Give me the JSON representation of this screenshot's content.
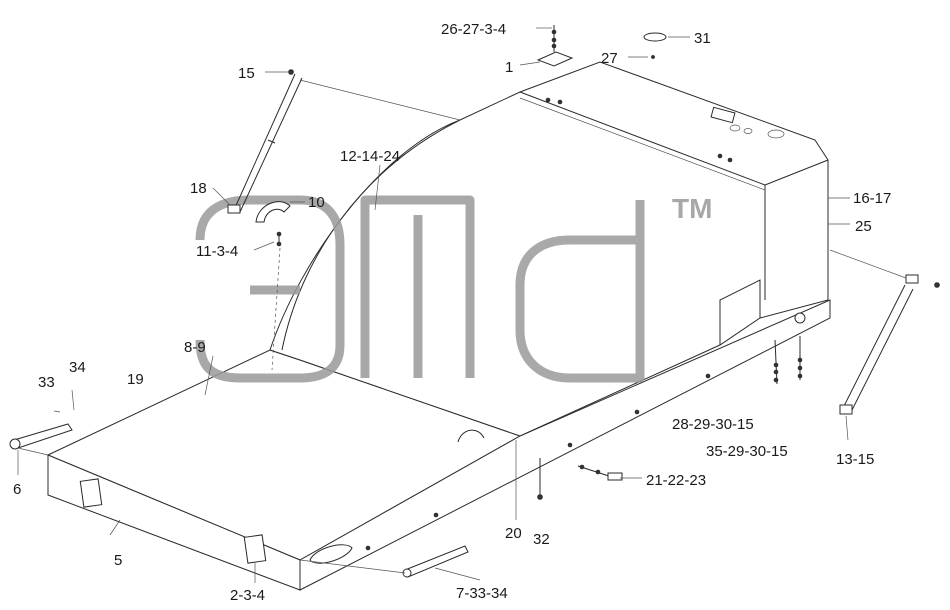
{
  "watermark": {
    "trademark": "TM",
    "color": "#9a9a9a"
  },
  "callouts": {
    "c1": "26-27-3-4",
    "c2": "31",
    "c3": "1",
    "c4": "27",
    "c5": "15",
    "c6": "12-14-24",
    "c7": "18",
    "c8": "10",
    "c9": "11-3-4",
    "c10": "16-17",
    "c11": "25",
    "c12": "8-9",
    "c13": "33",
    "c14": "34",
    "c15": "19",
    "c16": "28-29-30-15",
    "c17": "35-29-30-15",
    "c18": "13-15",
    "c19": "21-22-23",
    "c20": "6",
    "c21": "20",
    "c22": "32",
    "c23": "5",
    "c24": "2-3-4",
    "c25": "7-33-34"
  }
}
